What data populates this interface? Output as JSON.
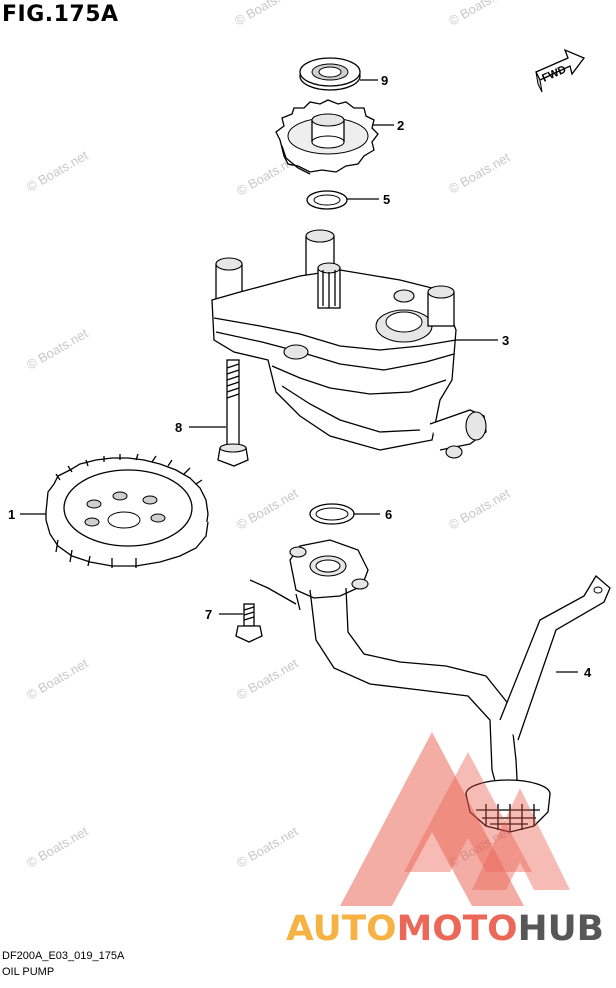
{
  "figure": {
    "title": "FIG.175A",
    "footer_code": "DF200A_E03_019_175A",
    "footer_name": "OIL PUMP",
    "fwd_label": "FWD",
    "watermark": "© Boats.net"
  },
  "callouts": [
    {
      "id": "9",
      "label": "9"
    },
    {
      "id": "2",
      "label": "2"
    },
    {
      "id": "5",
      "label": "5"
    },
    {
      "id": "3",
      "label": "3"
    },
    {
      "id": "8",
      "label": "8"
    },
    {
      "id": "1",
      "label": "1"
    },
    {
      "id": "6",
      "label": "6"
    },
    {
      "id": "7",
      "label": "7"
    },
    {
      "id": "4",
      "label": "4"
    }
  ],
  "logo": {
    "part1": "AUTO",
    "part2": "MOTO",
    "part3": "HUB",
    "colors": {
      "auto": "#f5a623",
      "moto": "#e84e3c",
      "hub": "#3a3a3a",
      "triangle": "#e84e3c"
    }
  }
}
